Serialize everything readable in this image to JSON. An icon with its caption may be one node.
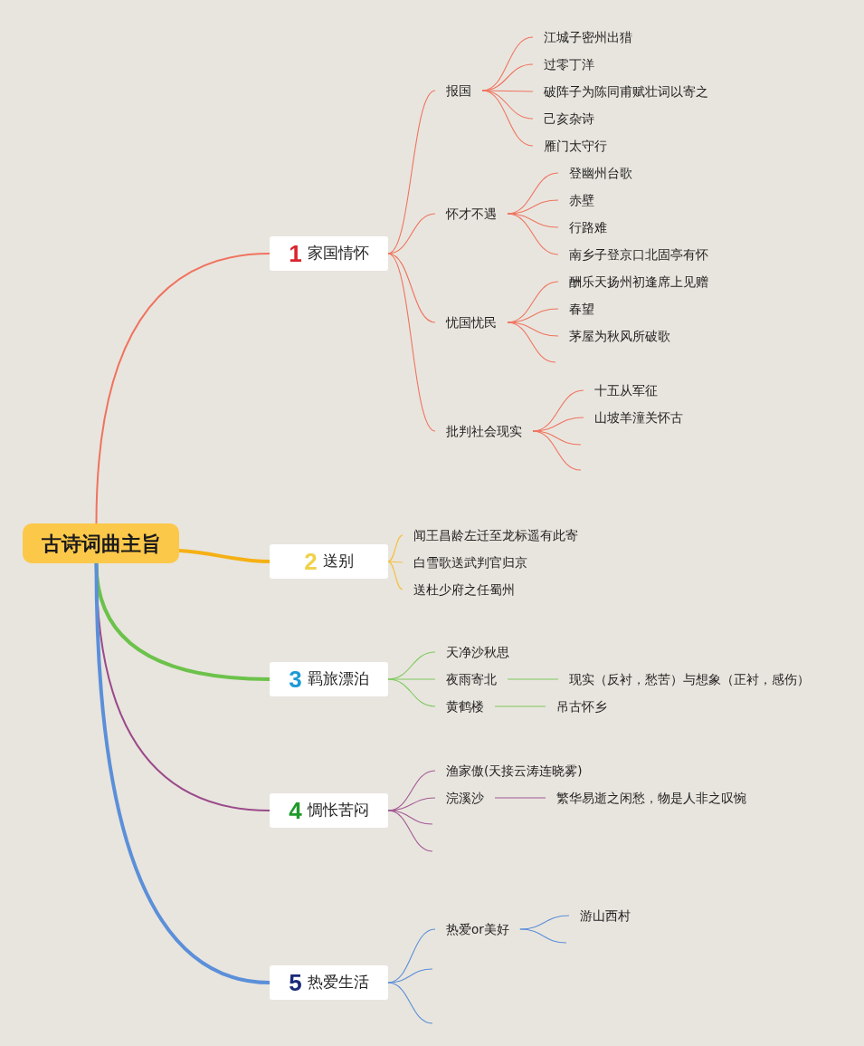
{
  "diagram": {
    "nodes": [
      {
        "text": [
          "古诗词曲主旨"
        ]
      },
      {
        "text": [
          "1",
          "家国情怀"
        ]
      },
      {
        "text": [
          "报国"
        ]
      },
      {
        "text": [
          "江城子密州出猎"
        ]
      },
      {
        "text": [
          "过零丁洋"
        ]
      },
      {
        "text": [
          "破阵子为陈同甫赋壮词以寄之"
        ]
      },
      {
        "text": [
          "己亥杂诗"
        ]
      },
      {
        "text": [
          "雁门太守行"
        ]
      },
      {
        "text": [
          "怀才不遇"
        ]
      },
      {
        "text": [
          "登幽州台歌"
        ]
      },
      {
        "text": [
          "赤壁"
        ]
      },
      {
        "text": [
          "行路难"
        ]
      },
      {
        "text": [
          "南乡子登京口北固亭有怀"
        ]
      },
      {
        "text": [
          "忧国忧民"
        ]
      },
      {
        "text": [
          "酬乐天扬州初逢席上见赠"
        ]
      },
      {
        "text": [
          "春望"
        ]
      },
      {
        "text": [
          "茅屋为秋风所破歌"
        ]
      },
      {
        "text": [
          "批判社会现实"
        ]
      },
      {
        "text": [
          "十五从军征"
        ]
      },
      {
        "text": [
          "山坡羊潼关怀古"
        ]
      },
      {
        "text": [
          "2",
          "送别"
        ]
      },
      {
        "text": [
          "闻王昌龄左迁至龙标遥有此寄"
        ]
      },
      {
        "text": [
          "白雪歌送武判官归京"
        ]
      },
      {
        "text": [
          "送杜少府之任蜀州"
        ]
      },
      {
        "text": [
          "3",
          "羁旅漂泊"
        ]
      },
      {
        "text": [
          "天净沙秋思"
        ]
      },
      {
        "text": [
          "夜雨寄北"
        ]
      },
      {
        "text": [
          "现实（反衬，愁苦）与想象（正衬，感伤）"
        ]
      },
      {
        "text": [
          "黄鹤楼"
        ]
      },
      {
        "text": [
          "吊古怀乡"
        ]
      },
      {
        "text": [
          "4",
          "惆怅苦闷"
        ]
      },
      {
        "text": [
          "渔家傲(天接云涛连晓雾)"
        ]
      },
      {
        "text": [
          "浣溪沙"
        ]
      },
      {
        "text": [
          "繁华易逝之闲愁，物是人非之叹惋"
        ]
      },
      {
        "text": [
          "5",
          "热爱生活"
        ]
      },
      {
        "text": [
          "热爱or美好"
        ]
      },
      {
        "text": [
          "游山西村"
        ]
      }
    ],
    "edges": [
      {
        "from": 0,
        "to": 1,
        "arrow": "none"
      },
      {
        "from": 1,
        "to": 2,
        "arrow": "none"
      },
      {
        "from": 1,
        "to": 8,
        "arrow": "none"
      },
      {
        "from": 1,
        "to": 13,
        "arrow": "none"
      },
      {
        "from": 1,
        "to": 17,
        "arrow": "none"
      },
      {
        "from": 2,
        "to": 3,
        "arrow": "none"
      },
      {
        "from": 2,
        "to": 4,
        "arrow": "none"
      },
      {
        "from": 2,
        "to": 5,
        "arrow": "none"
      },
      {
        "from": 2,
        "to": 6,
        "arrow": "none"
      },
      {
        "from": 2,
        "to": 7,
        "arrow": "none"
      },
      {
        "from": 8,
        "to": 9,
        "arrow": "none"
      },
      {
        "from": 8,
        "to": 10,
        "arrow": "none"
      },
      {
        "from": 8,
        "to": 11,
        "arrow": "none"
      },
      {
        "from": 8,
        "to": 12,
        "arrow": "none"
      },
      {
        "from": 13,
        "to": 14,
        "arrow": "none"
      },
      {
        "from": 13,
        "to": 15,
        "arrow": "none"
      },
      {
        "from": 13,
        "to": 16,
        "arrow": "none"
      },
      {
        "from": 13,
        "to": null,
        "arrow": "none"
      },
      {
        "from": 17,
        "to": 18,
        "arrow": "none"
      },
      {
        "from": 17,
        "to": 19,
        "arrow": "none"
      },
      {
        "from": 17,
        "to": null,
        "arrow": "none"
      },
      {
        "from": 17,
        "to": null,
        "arrow": "none"
      },
      {
        "from": 0,
        "to": 20,
        "arrow": "none",
        "style": "thick",
        "color": "#f5b014"
      },
      {
        "from": 20,
        "to": 21,
        "arrow": "none",
        "color": "#f5c042"
      },
      {
        "from": 20,
        "to": 22,
        "arrow": "none",
        "color": "#f5c042"
      },
      {
        "from": 20,
        "to": 23,
        "arrow": "none",
        "color": "#f5c042"
      },
      {
        "from": 0,
        "to": 24,
        "arrow": "none",
        "style": "thick",
        "color": "#6cc24a"
      },
      {
        "from": 24,
        "to": 25,
        "arrow": "none",
        "color": "#7cc95c"
      },
      {
        "from": 24,
        "to": 26,
        "arrow": "none",
        "color": "#7cc95c"
      },
      {
        "from": 24,
        "to": 28,
        "arrow": "none",
        "color": "#7cc95c"
      },
      {
        "from": 26,
        "to": 27,
        "arrow": "none",
        "color": "#7cc95c"
      },
      {
        "from": 28,
        "to": 29,
        "arrow": "none",
        "color": "#7cc95c"
      },
      {
        "from": 0,
        "to": 30,
        "arrow": "none",
        "color": "#9b4a8a"
      },
      {
        "from": 30,
        "to": 31,
        "arrow": "none",
        "color": "#a45a95"
      },
      {
        "from": 30,
        "to": 32,
        "arrow": "none",
        "color": "#a45a95"
      },
      {
        "from": 30,
        "to": null,
        "arrow": "none",
        "color": "#a45a95"
      },
      {
        "from": 30,
        "to": null,
        "arrow": "none",
        "color": "#a45a95"
      },
      {
        "from": 32,
        "to": 33,
        "arrow": "none",
        "color": "#a45a95"
      },
      {
        "from": 0,
        "to": 34,
        "arrow": "none",
        "style": "thick",
        "color": "#5b8fd9"
      },
      {
        "from": 34,
        "to": 35,
        "arrow": "none",
        "color": "#5b8fd9"
      },
      {
        "from": 34,
        "to": null,
        "arrow": "none",
        "color": "#5b8fd9"
      },
      {
        "from": 34,
        "to": null,
        "arrow": "none",
        "color": "#5b8fd9"
      },
      {
        "from": 35,
        "to": 36,
        "arrow": "none",
        "color": "#5b8fd9"
      },
      {
        "from": 35,
        "to": null,
        "arrow": "none",
        "color": "#5b8fd9"
      }
    ]
  }
}
